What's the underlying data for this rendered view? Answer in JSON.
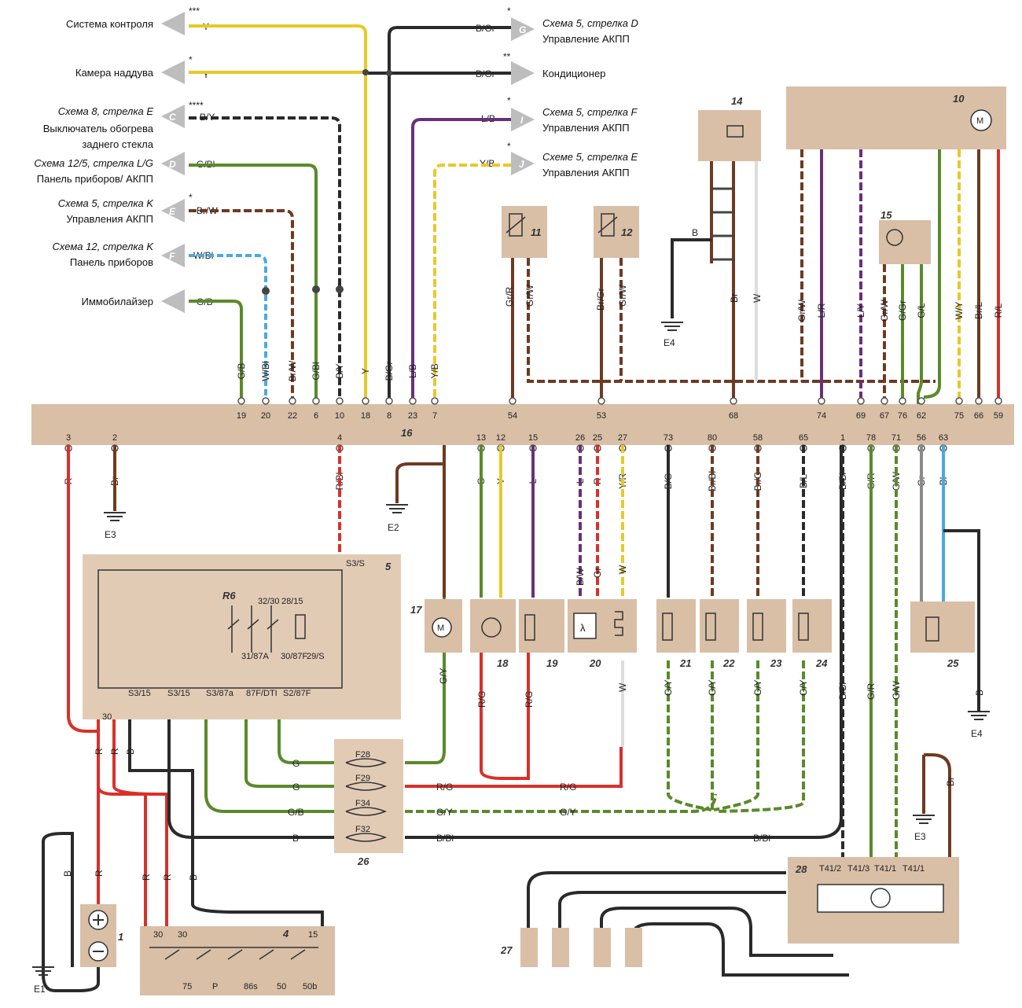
{
  "left_connectors": [
    {
      "text": "Система контроля",
      "color": "Y",
      "stars": "***"
    },
    {
      "text": "Камера наддува",
      "color": "Y",
      "stars": "*"
    },
    {
      "code": "C",
      "ref": "Схема 8, стрелка E",
      "text": "Выключатель обогрева",
      "text2": "заднего стекла",
      "color": "B/Y",
      "stars": "****"
    },
    {
      "code": "D",
      "ref": "Схема 12/5, стрелка L/G",
      "text": "Панель приборов/ АКПП",
      "color": "G/Bl",
      "stars": ""
    },
    {
      "code": "E",
      "ref": "Схема 5, стрелка K",
      "text": "Управления АКПП",
      "color": "Br/W",
      "stars": "*"
    },
    {
      "code": "F",
      "ref": "Схема 12, стрелка K",
      "text": "Панель приборов",
      "color": "W/Bl",
      "stars": ""
    },
    {
      "text": "Иммобилайзер",
      "color": "G/B",
      "stars": ""
    }
  ],
  "right_connectors": [
    {
      "code": "G",
      "ref": "Схема 5, стрелка D",
      "text": "Управление АКПП",
      "color": "B/Gr",
      "stars": "*"
    },
    {
      "text": "Кондиционер",
      "color": "B/Gr",
      "stars": "**"
    },
    {
      "code": "I",
      "ref": "Схема 5, стрелка F",
      "text": "Управления АКПП",
      "color": "L/B",
      "stars": "*"
    },
    {
      "code": "J",
      "ref": "Схеме 5, стрелка E",
      "text": "Управления АКПП",
      "color": "Y/B",
      "stars": "*"
    }
  ],
  "ecu": {
    "number": "16",
    "top_pins": [
      "19",
      "20",
      "22",
      "6",
      "10",
      "18",
      "8",
      "23",
      "7",
      "54",
      "53",
      "68",
      "74",
      "69",
      "67",
      "76",
      "62",
      "75",
      "66",
      "59"
    ],
    "top_colors": [
      "G/B",
      "W/Bl",
      "Br/W",
      "G/Bl",
      "B/Y",
      "Y",
      "B/Gr",
      "L/B",
      "Y/B",
      "Gr/R",
      "Br/Gr",
      "Br",
      "L/R",
      "L/Y",
      "Gr/W",
      "G/Gr",
      "G/L",
      "W/Y",
      "Br/L",
      "R/L"
    ],
    "bottom_pins": [
      "3",
      "2",
      "4",
      "13",
      "12",
      "15",
      "26",
      "25",
      "27",
      "73",
      "80",
      "58",
      "65",
      "1",
      "78",
      "71",
      "56",
      "63"
    ],
    "bottom_colors": [
      "R",
      "Br",
      "R/Bl",
      "G",
      "Y",
      "L",
      "L",
      "R",
      "Y/R",
      "B/G",
      "Br/Bl",
      "Br/G",
      "B/L",
      "B/Bl",
      "G/R",
      "G/W",
      "Gr",
      "Bl"
    ]
  },
  "components": {
    "c1": "1",
    "c4": "4",
    "c5": "5",
    "c10": "10",
    "c11": "11",
    "c12": "12",
    "c14": "14",
    "c15": "15",
    "c17": "17",
    "c18": "18",
    "c19": "19",
    "c20": "20",
    "c21": "21",
    "c22": "22",
    "c23": "23",
    "c24": "24",
    "c25": "25",
    "c26": "26",
    "c27": "27",
    "c28": "28",
    "r6": "R6"
  },
  "relay": {
    "terminals": [
      "32/30",
      "28/15",
      "31/87A",
      "30/87F",
      "29/S",
      "S3/S"
    ],
    "bottom": [
      "30",
      "S3/15",
      "S3/15",
      "S3/87a",
      "87F/DTI",
      "S2/87F"
    ]
  },
  "fuses": [
    "F28",
    "F29",
    "F34",
    "F32"
  ],
  "fuse_wires_left": [
    "G",
    "G",
    "G/B",
    "B"
  ],
  "fuse_wires_right": [
    "",
    "R/G",
    "G/Y",
    "B/Bl"
  ],
  "fuse_wires_far": [
    "",
    "R/G",
    "G/Y",
    "B/Bl"
  ],
  "grounds": [
    "E1",
    "E2",
    "E3",
    "E3",
    "E4",
    "E4"
  ],
  "ignition": [
    "30",
    "30",
    "15",
    "75",
    "P",
    "86s",
    "50",
    "50b"
  ],
  "immo": [
    "T41/2",
    "T41/3",
    "T41/1",
    "T41/1"
  ],
  "misc_wires": {
    "gr_w": "Gr/W",
    "br": "Br",
    "w": "W",
    "b": "B",
    "g_y": "G/Y",
    "r_g": "R/G",
    "b_w": "B/W",
    "gr": "Gr",
    "w2": "W",
    "r": "R",
    "lambda": "λ",
    "m": "M"
  },
  "colors": {
    "box": "#d9bfa6",
    "red": "#d8312a",
    "yellow": "#e8c928",
    "black": "#2a2a2a",
    "green": "#5a8a2a",
    "brown": "#6e3a22",
    "purple": "#6a2f7a",
    "blue": "#49a9e0",
    "white": "#f7f7f7",
    "grey": "#8a8a8a",
    "arrow": "#bdbdbd"
  }
}
